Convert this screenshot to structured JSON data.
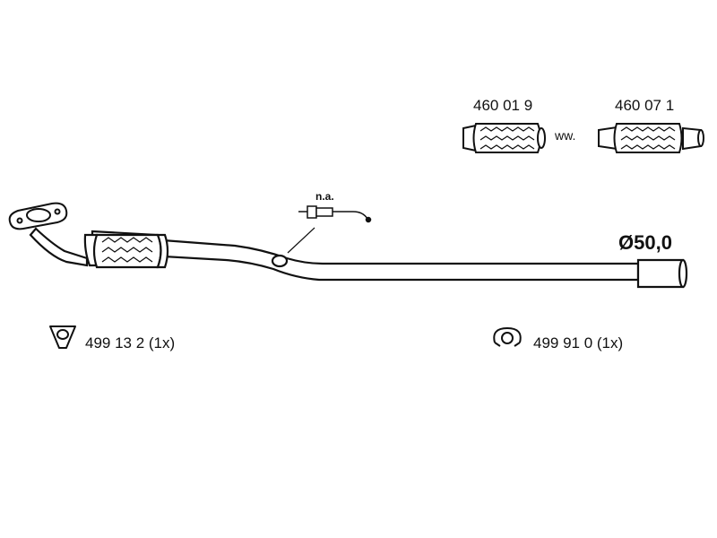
{
  "parts": {
    "flex_pipe_a": "460 01 9",
    "flex_pipe_b": "460 07 1",
    "alternative": "ww.",
    "sensor_note": "n.a.",
    "diameter": "Ø50,0",
    "gasket": "499 13 2 (1x)",
    "clamp": "499 91 0 (1x)"
  },
  "icons": {
    "gasket": "gasket-icon",
    "clamp": "clamp-icon",
    "sensor": "lambda-sensor-icon"
  }
}
